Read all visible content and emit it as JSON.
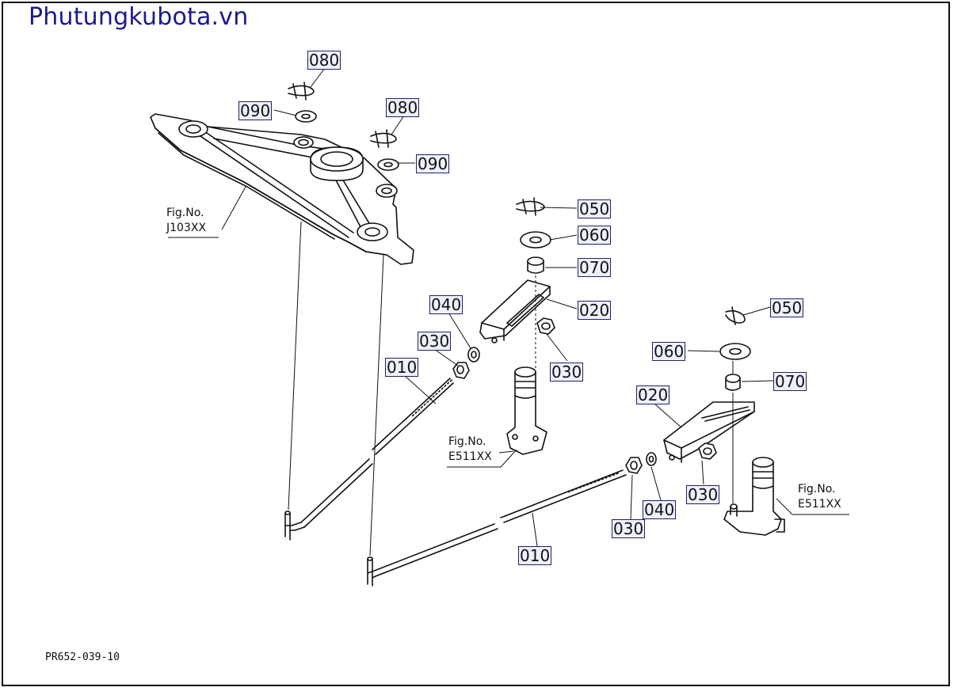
{
  "header": {
    "brand": "Phutungkubota.vn"
  },
  "diagram": {
    "code": "PR652-039-10"
  },
  "parts": [
    {
      "id": "010",
      "label": "010"
    },
    {
      "id": "020",
      "label": "020"
    },
    {
      "id": "030",
      "label": "030"
    },
    {
      "id": "040",
      "label": "040"
    },
    {
      "id": "050",
      "label": "050"
    },
    {
      "id": "060",
      "label": "060"
    },
    {
      "id": "070",
      "label": "070"
    },
    {
      "id": "080",
      "label": "080"
    },
    {
      "id": "090",
      "label": "090"
    }
  ],
  "figure_refs": [
    {
      "prefix": "Fig.No.",
      "number": "J103XX"
    },
    {
      "prefix": "Fig.No.",
      "number": "E511XX"
    },
    {
      "prefix": "Fig.No.",
      "number": "E511XX"
    }
  ],
  "colors": {
    "brand": "#1a1a8c",
    "label_border": "#20206a",
    "line": "#111111"
  }
}
